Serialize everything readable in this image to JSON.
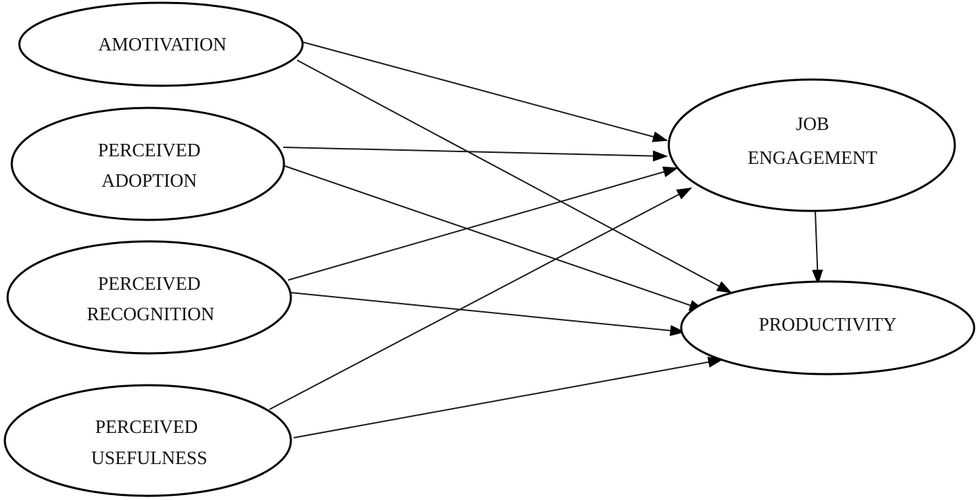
{
  "diagram": {
    "nodes": {
      "amotivation": {
        "lines": [
          "AMOTIVATION"
        ]
      },
      "perceived_adoption": {
        "lines": [
          "PERCEIVED",
          "ADOPTION"
        ]
      },
      "perceived_recognition": {
        "lines": [
          "PERCEIVED",
          "RECOGNITION"
        ]
      },
      "perceived_usefulness": {
        "lines": [
          "PERCEIVED",
          "USEFULNESS"
        ]
      },
      "job_engagement": {
        "lines": [
          "JOB",
          "ENGAGEMENT"
        ]
      },
      "productivity": {
        "lines": [
          "PRODUCTIVITY"
        ]
      }
    },
    "edges": [
      {
        "from": "amotivation",
        "to": "job_engagement"
      },
      {
        "from": "amotivation",
        "to": "productivity"
      },
      {
        "from": "perceived_adoption",
        "to": "job_engagement"
      },
      {
        "from": "perceived_adoption",
        "to": "productivity"
      },
      {
        "from": "perceived_recognition",
        "to": "job_engagement"
      },
      {
        "from": "perceived_recognition",
        "to": "productivity"
      },
      {
        "from": "perceived_usefulness",
        "to": "job_engagement"
      },
      {
        "from": "perceived_usefulness",
        "to": "productivity"
      },
      {
        "from": "job_engagement",
        "to": "productivity"
      }
    ]
  }
}
